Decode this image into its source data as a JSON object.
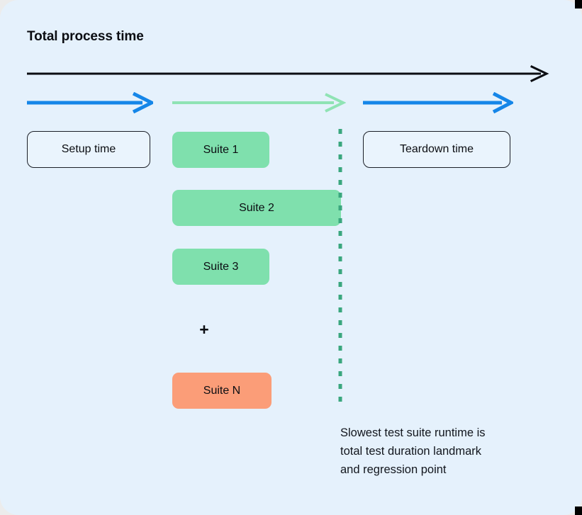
{
  "diagram": {
    "title": "Total process time",
    "colors": {
      "panel_background": "#e5f1fc",
      "green_fill": "#7fe0ad",
      "orange_fill": "#fb9d78",
      "blue_arrow": "#1586e8",
      "green_arrow": "#8fe3b4",
      "axis_black": "#0b0d12",
      "dashed_green": "#3aa77e",
      "text": "#0b0d12"
    },
    "phases": [
      {
        "id": "setup",
        "label": "Setup time",
        "style": "outline"
      },
      {
        "id": "teardown",
        "label": "Teardown time",
        "style": "outline"
      }
    ],
    "suites": [
      {
        "id": "suite1",
        "label": "Suite 1",
        "style": "green",
        "relative_length": 0.575
      },
      {
        "id": "suite2",
        "label": "Suite 2",
        "style": "green",
        "relative_length": 1.0
      },
      {
        "id": "suite3",
        "label": "Suite 3",
        "style": "green",
        "relative_length": 0.575
      },
      {
        "id": "suiteN",
        "label": "Suite N",
        "style": "orange",
        "relative_length": 0.588
      }
    ],
    "ellipsis_symbol": "+",
    "arrows": [
      {
        "id": "main-axis",
        "label": "",
        "color": "#0b0d12"
      },
      {
        "id": "setup-arrow",
        "label": "",
        "color": "#1586e8"
      },
      {
        "id": "suites-arrow",
        "label": "",
        "color": "#8fe3b4"
      },
      {
        "id": "teardown-arrow",
        "label": "",
        "color": "#1586e8"
      }
    ],
    "landmark": {
      "style": "dashed-vertical",
      "color": "#3aa77e",
      "caption_lines": [
        "Slowest test suite runtime is",
        "total test duration landmark",
        "and regression point"
      ]
    }
  }
}
